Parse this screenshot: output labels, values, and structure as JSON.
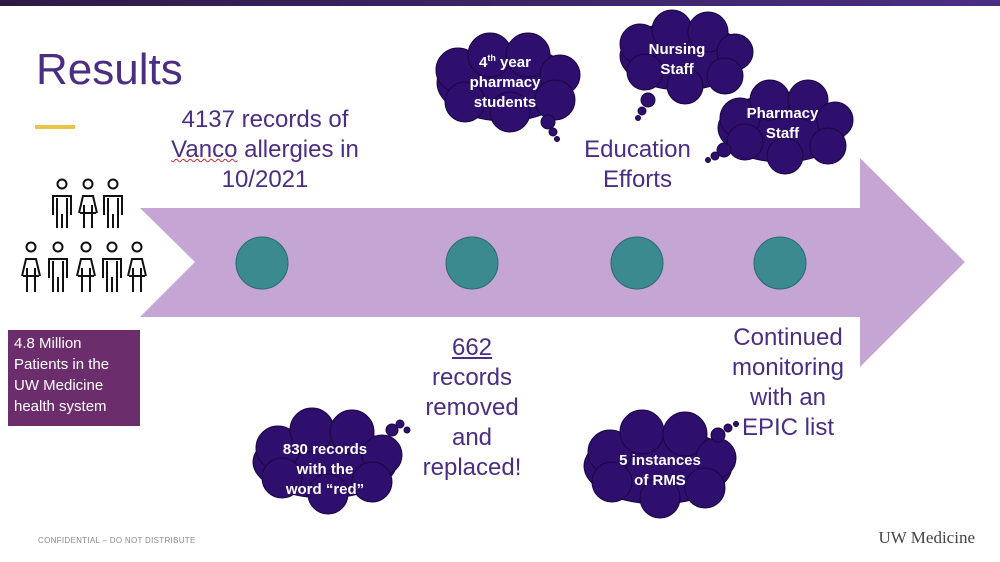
{
  "slide": {
    "title": "Results",
    "records_line1": "4137 records of",
    "records_word": "Vanco",
    "records_line2_rest": " allergies in",
    "records_line3": "10/2021",
    "education_line1": "Education",
    "education_line2": "Efforts",
    "removed_count": "662",
    "removed_line2": "records",
    "removed_line3": "removed",
    "removed_line4": "and",
    "removed_line5": "replaced!",
    "monitor_line1": "Continued",
    "monitor_line2": "monitoring",
    "monitor_line3": "with an",
    "monitor_line4": "EPIC list",
    "patients_box": [
      "4.8 Million",
      "Patients in the",
      "UW Medicine",
      "health system"
    ]
  },
  "clouds": {
    "pharm_students": {
      "sup_num": "4",
      "sup": "th",
      "line1_rest": " year",
      "line2": "pharmacy",
      "line3": "students"
    },
    "nursing": {
      "line1": "Nursing",
      "line2": "Staff"
    },
    "pharmacy_staff": {
      "line1": "Pharmacy",
      "line2": "Staff"
    },
    "red_word": {
      "line1": "830 records",
      "line2": "with the",
      "line3": "word “red”"
    },
    "rms": {
      "line1": "5 instances",
      "line2": "of RMS"
    }
  },
  "footer": {
    "confidential": "CONFIDENTIAL – DO NOT DISTRIBUTE",
    "brand": "UW Medicine"
  },
  "colors": {
    "arrow": "#c5a5d4",
    "node": "#3a8a8f",
    "cloud": "#2e0f6e",
    "title": "#4b2e83",
    "gold": "#e8c547",
    "box": "#6b2d6b"
  },
  "icons": [
    "people-group-icon"
  ]
}
